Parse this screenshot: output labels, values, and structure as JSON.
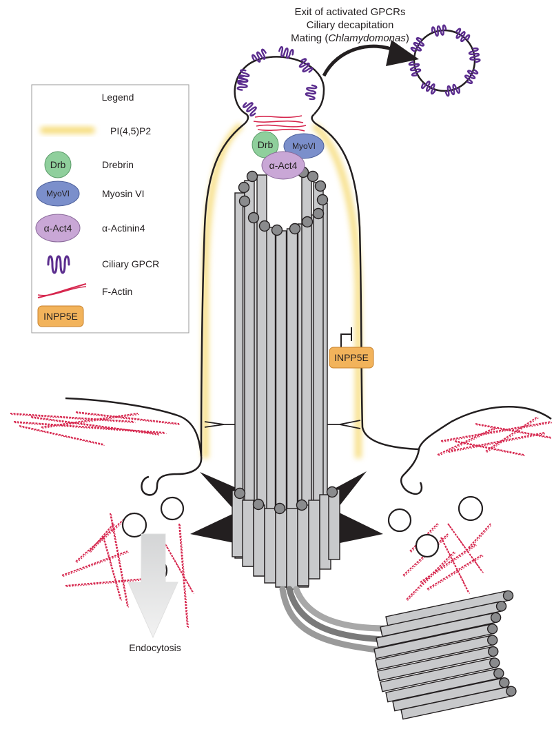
{
  "annotations": {
    "exit_line1": "Exit of activated GPCRs",
    "exit_line2": "Ciliary decapitation",
    "mating_prefix": "Mating (",
    "mating_italic": "Chlamydomonas",
    "mating_suffix": ")",
    "endocytosis": "Endocytosis",
    "inppse_badge": "INPP5E"
  },
  "proteins": {
    "drb": "Drb",
    "myovi": "MyoVI",
    "actinin": "α-Act4"
  },
  "legend": {
    "title": "Legend",
    "items": [
      {
        "symbol": "pip2-glow",
        "label": "PI(4,5)P2"
      },
      {
        "symbol": "drb-circle",
        "symbol_text": "Drb",
        "label": "Drebrin"
      },
      {
        "symbol": "myovi-ellipse",
        "symbol_text": "MyoVI",
        "label": "Myosin VI"
      },
      {
        "symbol": "actinin-ellipse",
        "symbol_text": "α-Act4",
        "label": "α-Actinin4"
      },
      {
        "symbol": "gpcr-squiggle",
        "label": "Ciliary GPCR"
      },
      {
        "symbol": "f-actin-filament",
        "label": "F-Actin"
      },
      {
        "symbol": "inppse-box",
        "symbol_text": "INPP5E",
        "label": ""
      }
    ]
  },
  "colors": {
    "drb": "#8fcf9c",
    "myovi": "#7b8fcb",
    "actinin": "#c9a7d6",
    "inppse": "#f2b35b",
    "gpcr": "#5b2d8e",
    "actin": "#d6274e",
    "pip2": "#f6dc7a",
    "tubule": "#c8c9cb",
    "outline": "#231f20"
  }
}
